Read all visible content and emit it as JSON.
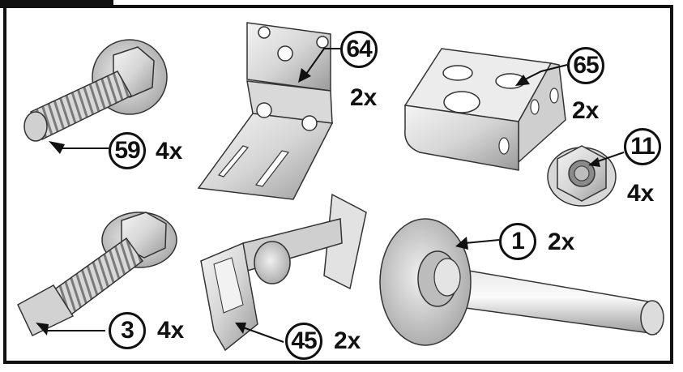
{
  "parts": [
    {
      "id": "screw",
      "number": "59",
      "quantity": "4x"
    },
    {
      "id": "hinge",
      "number": "64",
      "quantity": "2x"
    },
    {
      "id": "bracket",
      "number": "65",
      "quantity": "2x"
    },
    {
      "id": "nut",
      "number": "11",
      "quantity": "4x"
    },
    {
      "id": "self-drilling-screw",
      "number": "3",
      "quantity": "4x"
    },
    {
      "id": "clip",
      "number": "45",
      "quantity": "2x"
    },
    {
      "id": "roller",
      "number": "1",
      "quantity": "2x"
    }
  ]
}
